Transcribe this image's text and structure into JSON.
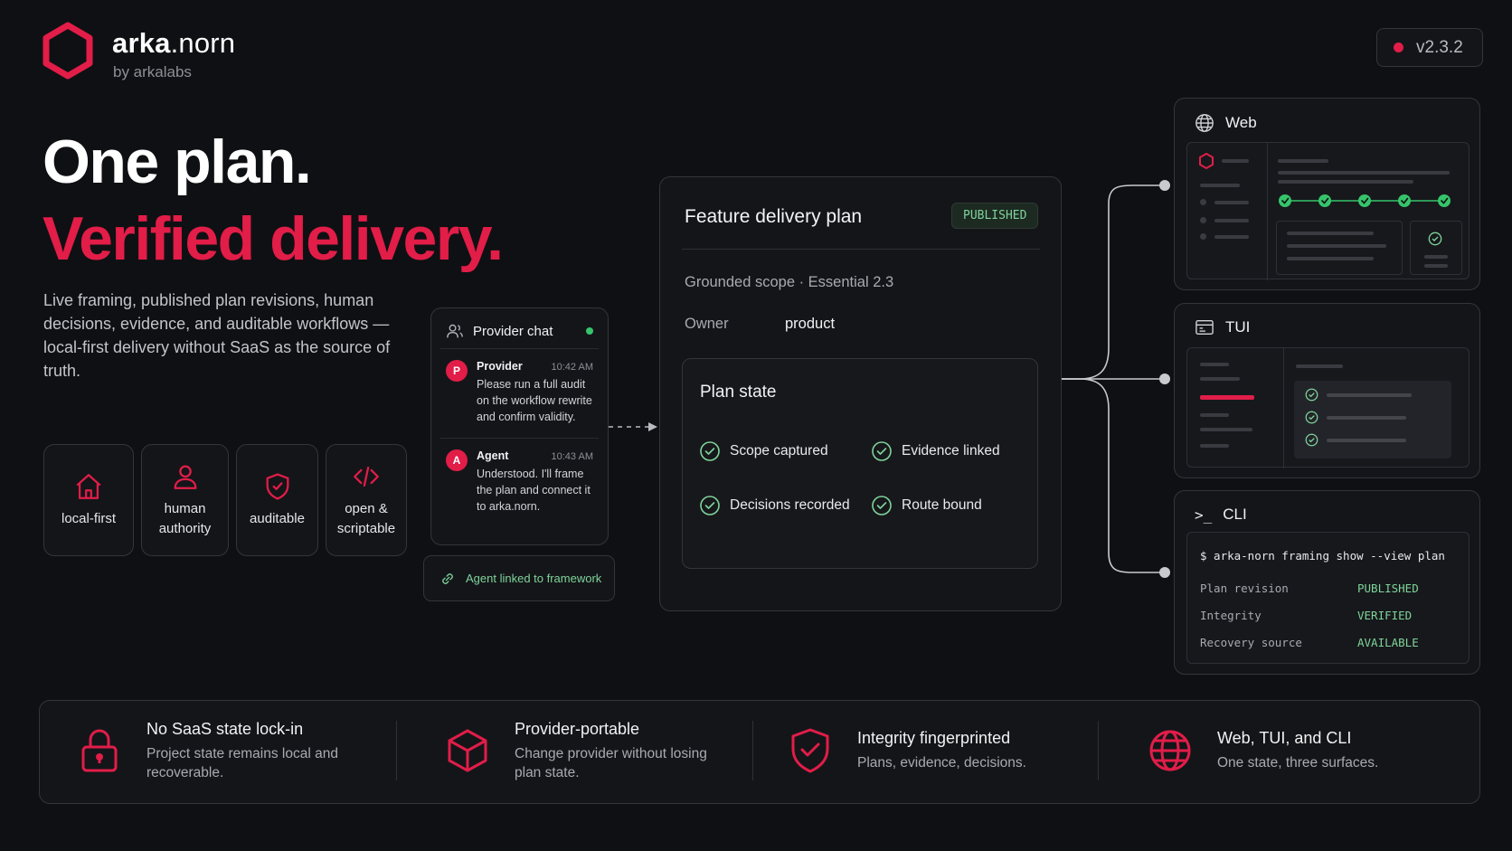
{
  "brand": {
    "name_bold": "arka",
    "name_light": ".norn",
    "sub": "by arkalabs"
  },
  "version": "v2.3.2",
  "hero": {
    "line1": "One plan.",
    "line2": "Verified delivery.",
    "lede": "Live framing, published plan revisions, human decisions, evidence, and auditable workflows — local-first delivery without SaaS as the source of truth."
  },
  "features": [
    {
      "icon": "home-icon",
      "label": "local-first"
    },
    {
      "icon": "user-icon",
      "label": "human authority"
    },
    {
      "icon": "shield-check-icon",
      "label": "auditable"
    },
    {
      "icon": "code-icon",
      "label": "open & scriptable"
    }
  ],
  "chat": {
    "title": "Provider chat",
    "messages": [
      {
        "initial": "P",
        "name": "Provider",
        "time": "10:42 AM",
        "text": "Please run a full audit on the workflow rewrite and confirm validity."
      },
      {
        "initial": "A",
        "name": "Agent",
        "time": "10:43 AM",
        "text": "Understood. I'll frame the plan and connect it to arka.norn."
      }
    ],
    "link_status": "Agent linked to framework"
  },
  "plan": {
    "title": "Feature delivery plan",
    "badge": "PUBLISHED",
    "scope": "Grounded scope · Essential 2.3",
    "owner_label": "Owner",
    "owner_value": "product",
    "state_title": "Plan state",
    "states": [
      "Scope captured",
      "Evidence linked",
      "Decisions recorded",
      "Route bound"
    ]
  },
  "surfaces": {
    "web": "Web",
    "tui": "TUI",
    "cli": {
      "title": "CLI",
      "prompt": ">_",
      "command": "$ arka-norn framing show --view plan",
      "rows": [
        {
          "key": "Plan revision",
          "value": "PUBLISHED"
        },
        {
          "key": "Integrity",
          "value": "VERIFIED"
        },
        {
          "key": "Recovery source",
          "value": "AVAILABLE"
        }
      ]
    }
  },
  "bottom": [
    {
      "icon": "lock-icon",
      "title": "No SaaS state lock-in",
      "desc": "Project state remains local and recoverable."
    },
    {
      "icon": "cube-icon",
      "title": "Provider-portable",
      "desc": "Change provider without losing plan state."
    },
    {
      "icon": "shield-check-icon",
      "title": "Integrity fingerprinted",
      "desc": "Plans, evidence, decisions."
    },
    {
      "icon": "globe-icon",
      "title": "Web, TUI, and CLI",
      "desc": "One state, three surfaces."
    }
  ],
  "colors": {
    "accent": "#e11d48",
    "success": "#7fd49a",
    "background": "#0f1013",
    "panel": "#141519"
  }
}
